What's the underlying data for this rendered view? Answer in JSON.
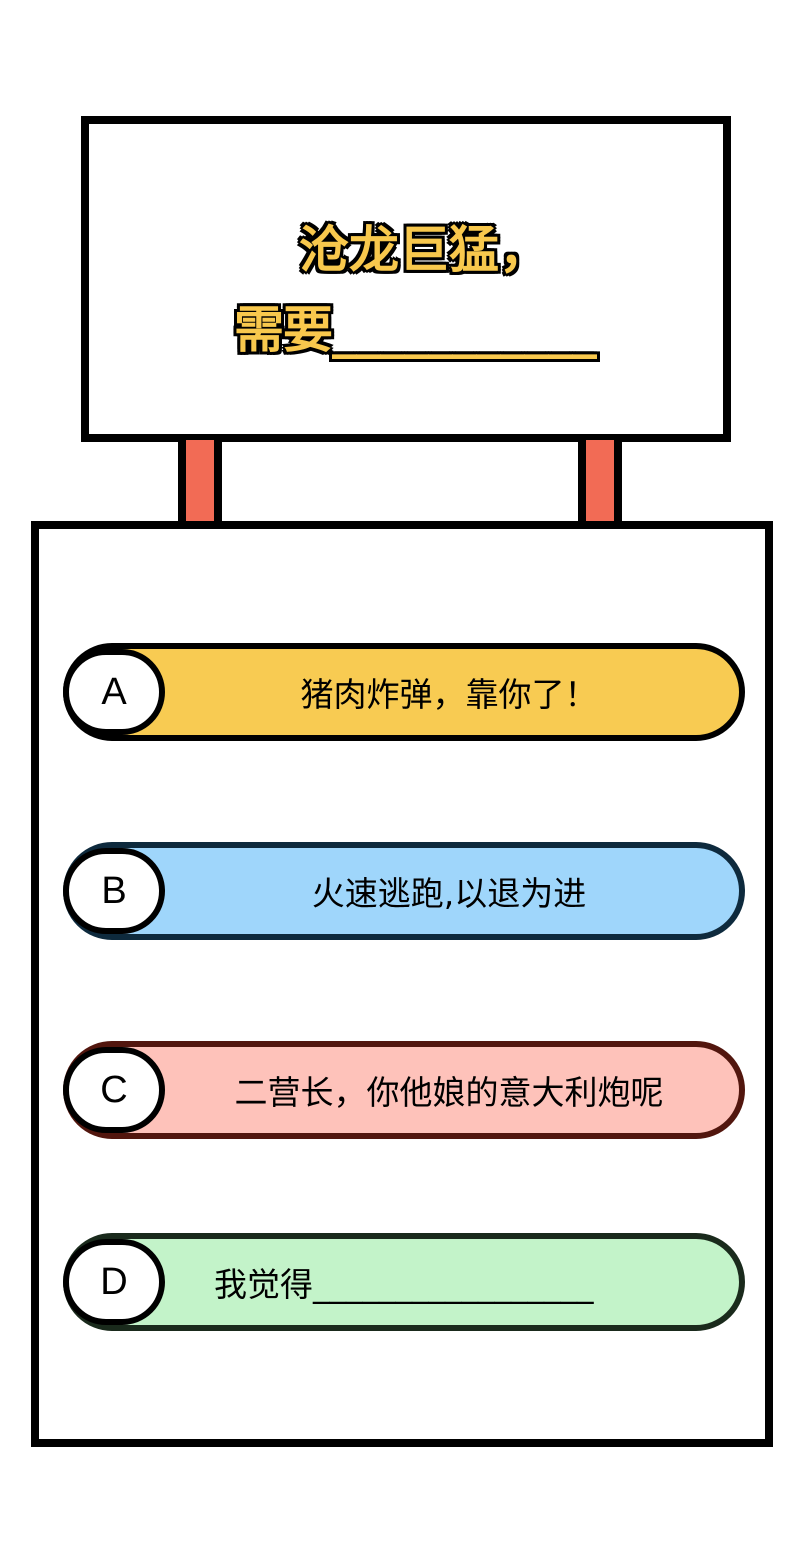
{
  "sign": {
    "line1": "沧龙巨猛，",
    "line2": "需要___________"
  },
  "options": [
    {
      "label": "A",
      "text": "猪肉炸弹，靠你了！",
      "color": "#f8cb52",
      "border": "#000000"
    },
    {
      "label": "B",
      "text": "火速逃跑,以退为进",
      "color": "#9fd6fb",
      "border": "#0e2a3d"
    },
    {
      "label": "C",
      "text": "二营长，你他娘的意大利炮呢",
      "color": "#fec2ba",
      "border": "#52160e"
    },
    {
      "label": "D",
      "text": "我觉得_________________",
      "color": "#c3f3c9",
      "border": "#1a2a1c"
    }
  ]
}
